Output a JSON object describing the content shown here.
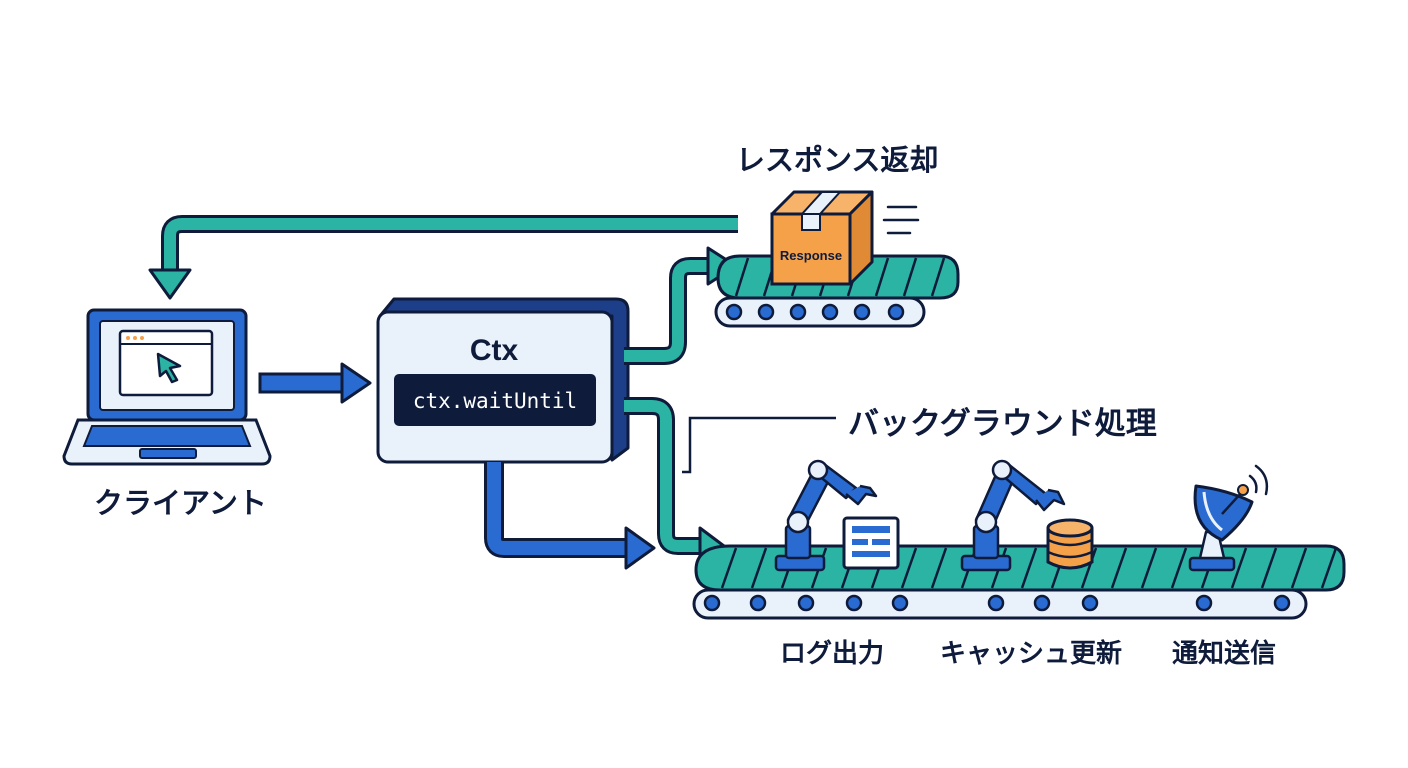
{
  "colors": {
    "navy": "#0e1b3b",
    "blue": "#2a6bd1",
    "blue_dark": "#1d3f8a",
    "teal": "#2bb3a3",
    "teal_dark": "#1a7f74",
    "orange": "#f5a14a",
    "light_panel": "#e9f1fb"
  },
  "labels": {
    "response_return": "レスポンス返却",
    "client": "クライアント",
    "background_processing": "バックグラウンド処理",
    "log_output": "ログ出力",
    "cache_update": "キャッシュ更新",
    "notification_send": "通知送信"
  },
  "ctx_box": {
    "title": "Ctx",
    "code": "ctx.waitUntil"
  },
  "response_box": {
    "label": "Response"
  },
  "icons": {
    "client": "laptop-icon",
    "cursor": "cursor-icon",
    "response": "package-icon",
    "log": "document-icon",
    "cache": "database-icon",
    "notify": "satellite-dish-icon",
    "robot": "robot-arm-icon"
  }
}
